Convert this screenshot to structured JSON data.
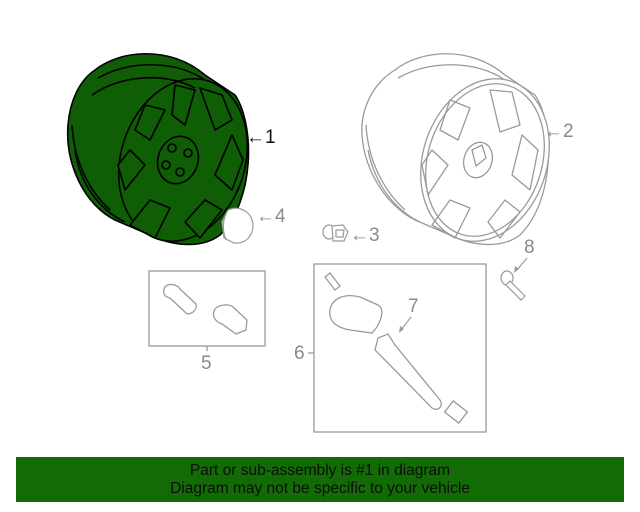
{
  "diagram": {
    "highlight_color": "#0f5e06",
    "outline_color": "#9a9a9a",
    "callouts": [
      {
        "id": "1",
        "label": "1",
        "part": "wheel",
        "highlighted": true
      },
      {
        "id": "2",
        "label": "2",
        "part": "wheel-alternate",
        "highlighted": false
      },
      {
        "id": "3",
        "label": "3",
        "part": "lug-nut",
        "highlighted": false
      },
      {
        "id": "4",
        "label": "4",
        "part": "center-cap",
        "highlighted": false
      },
      {
        "id": "5",
        "label": "5",
        "part": "wheel-lock-kit",
        "highlighted": false
      },
      {
        "id": "6",
        "label": "6",
        "part": "tire-pressure-sensor-kit",
        "highlighted": false
      },
      {
        "id": "7",
        "label": "7",
        "part": "valve-stem",
        "highlighted": false
      },
      {
        "id": "8",
        "label": "8",
        "part": "screw",
        "highlighted": false
      }
    ]
  },
  "banner": {
    "line1": "Part or sub-assembly is #1 in diagram",
    "line2": "Diagram may not be specific to your vehicle",
    "background": "#136b06"
  }
}
